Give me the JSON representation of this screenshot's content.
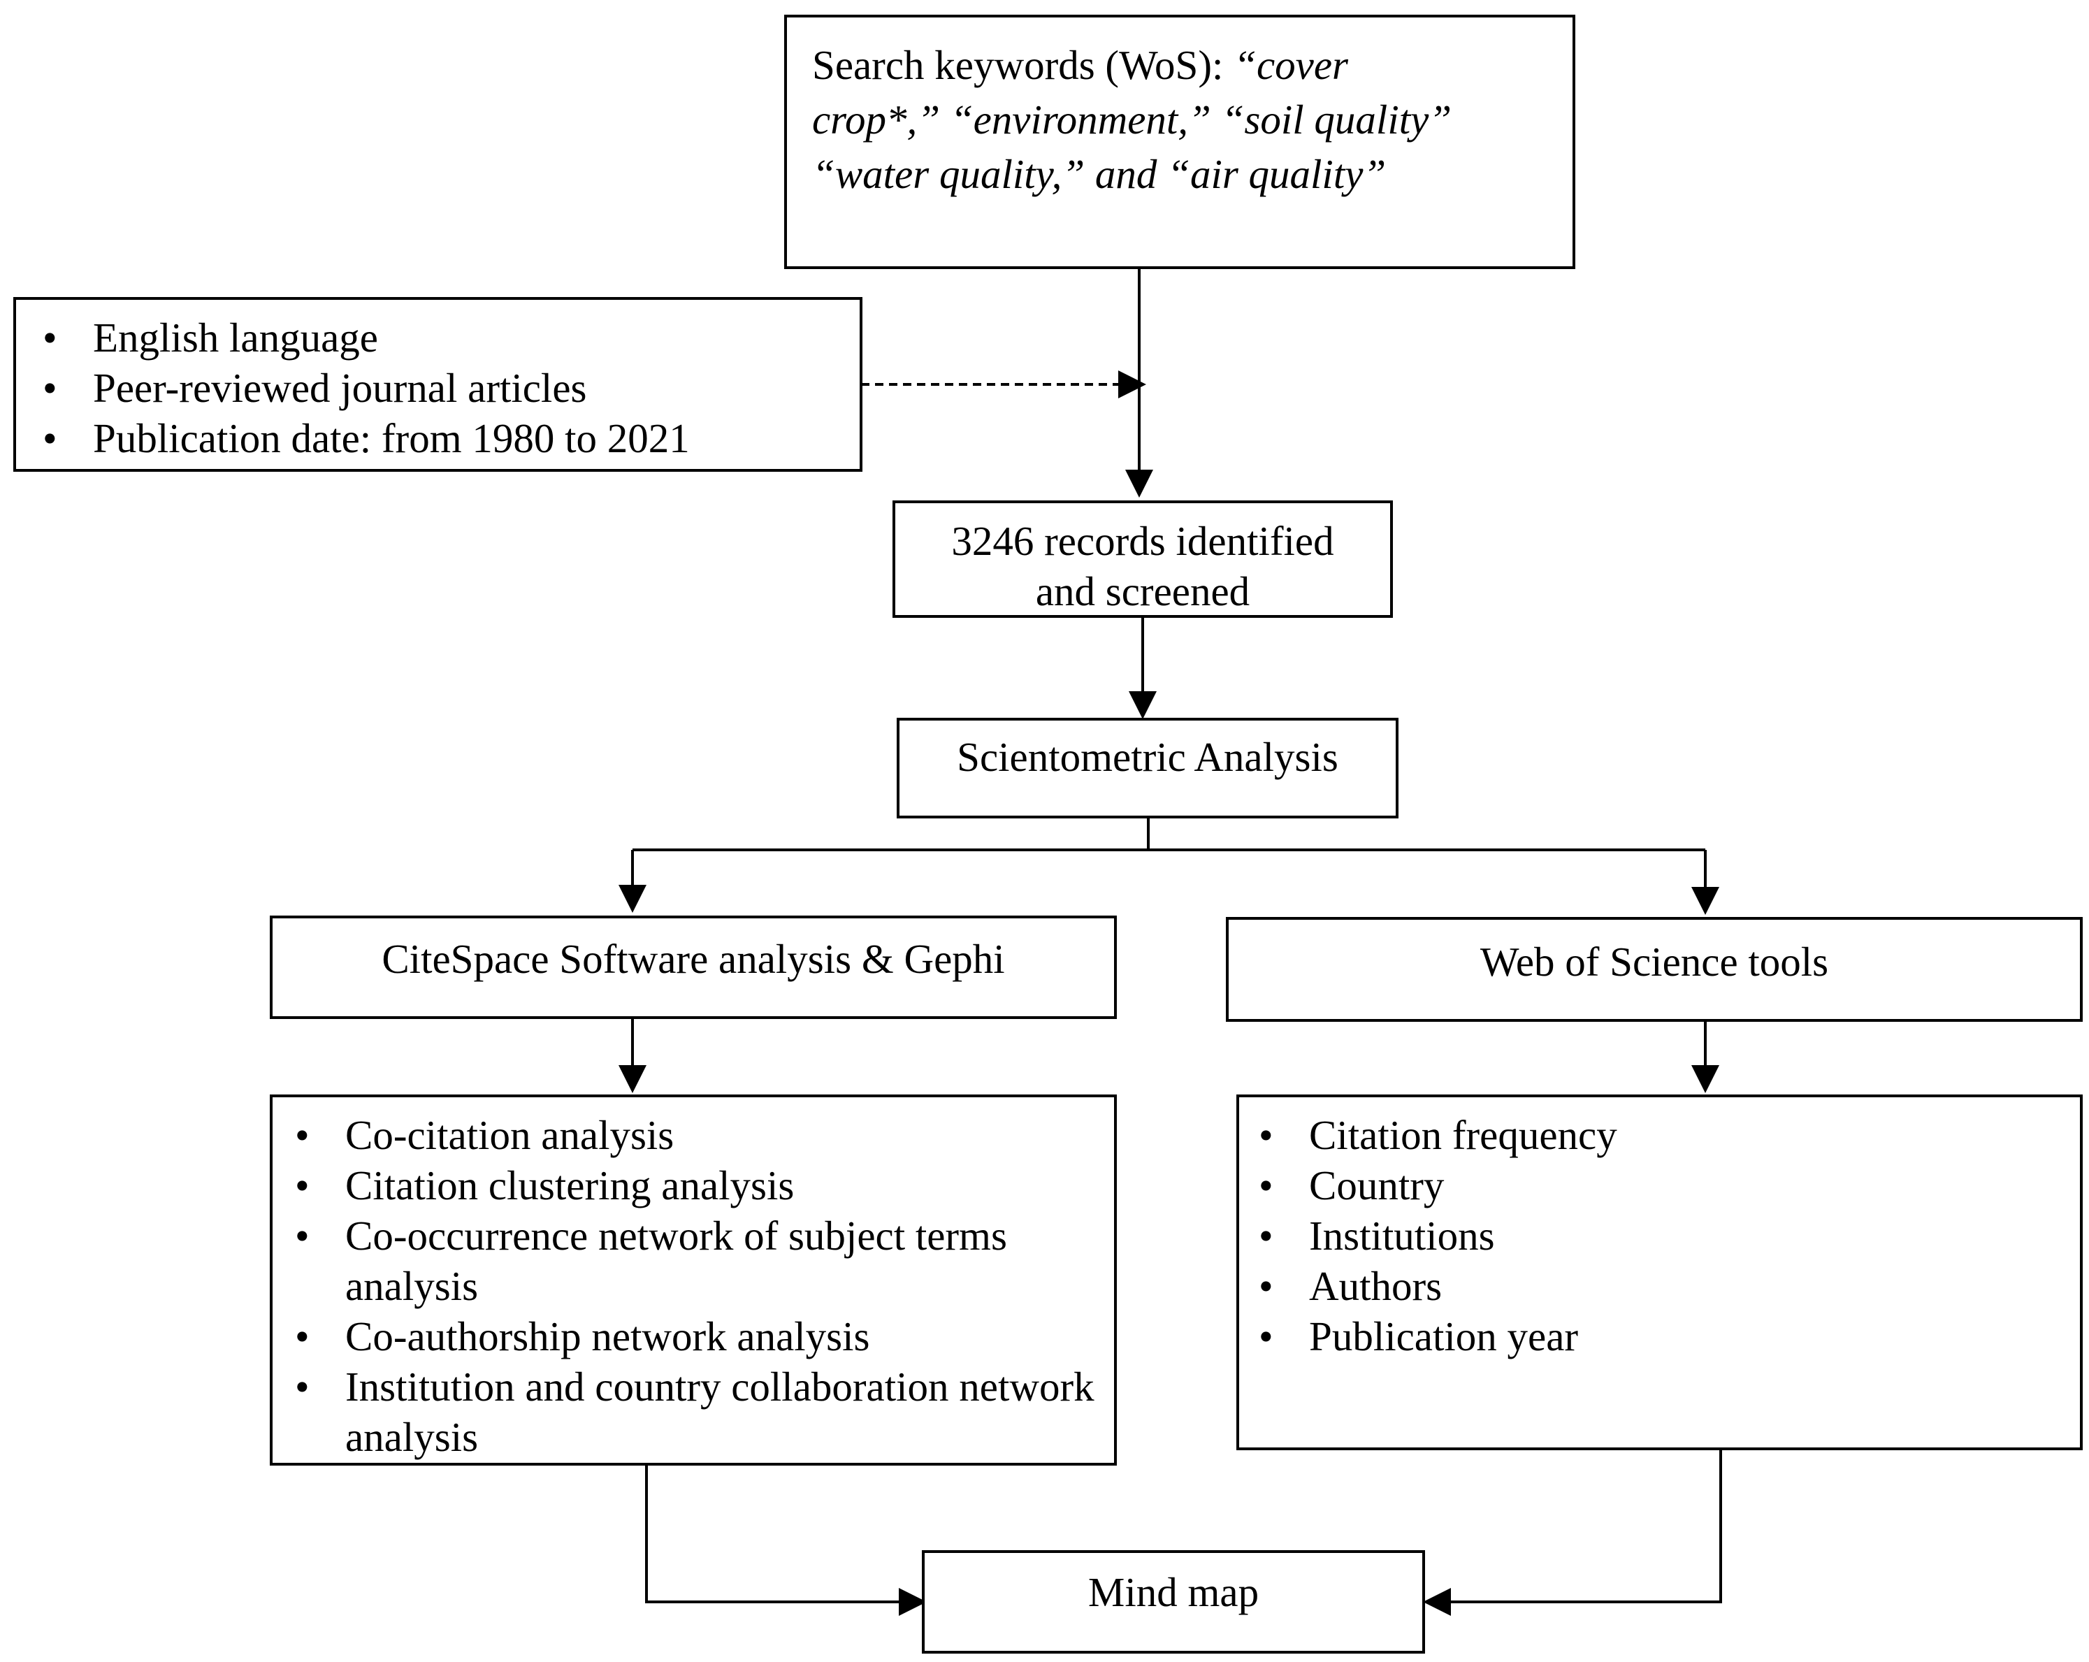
{
  "search": {
    "prefix": "Search keywords (WoS): ",
    "keywords_line1": "“cover",
    "keywords_line2": "crop*,” “environment,” “soil quality”",
    "keywords_line3": "“water quality,” and “air quality”"
  },
  "criteria": [
    "English language",
    "Peer-reviewed journal articles",
    "Publication date: from 1980 to 2021"
  ],
  "records": {
    "line1": "3246 records identified",
    "line2": "and screened"
  },
  "analysis": {
    "label": "Scientometric Analysis"
  },
  "citespace": {
    "label": "CiteSpace Software analysis & Gephi"
  },
  "wos_tools": {
    "label": "Web of Science tools"
  },
  "citespace_items": [
    "Co-citation analysis",
    "Citation clustering analysis",
    "Co-occurrence network of subject terms analysis",
    "Co-authorship network analysis",
    "Institution and country collaboration network analysis"
  ],
  "wos_items": [
    "Citation frequency",
    "Country",
    "Institutions",
    "Authors",
    "Publication year"
  ],
  "mindmap": {
    "label": "Mind map"
  }
}
